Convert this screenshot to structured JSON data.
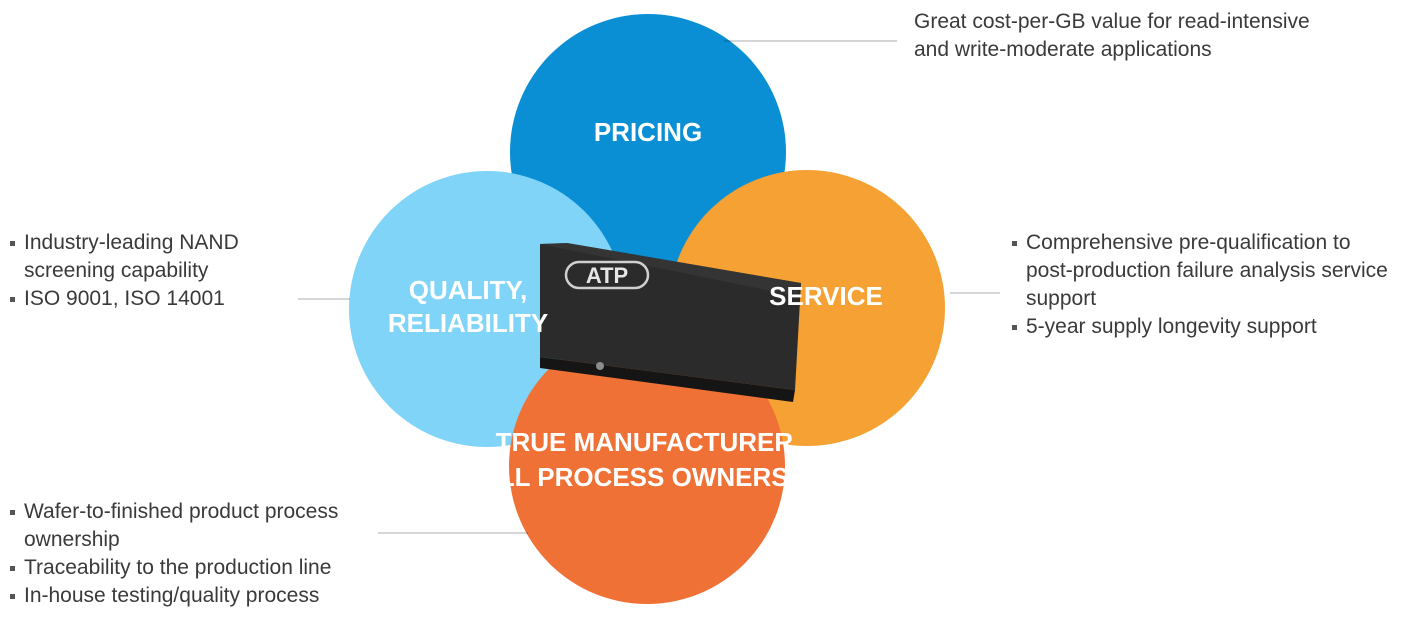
{
  "colors": {
    "pricing": "#0a8fd4",
    "quality": "#7fd4f7",
    "service": "#f5a133",
    "manufacturer": "#f07135",
    "chip": "#2b2b2b",
    "leader_line": "#c8c8c8",
    "text": "#3a3a3a"
  },
  "circles": {
    "pricing": {
      "label": "PRICING"
    },
    "quality": {
      "label_line1": "QUALITY,",
      "label_line2": "RELIABILITY"
    },
    "service": {
      "label": "SERVICE"
    },
    "manufacturer": {
      "label_line1": "TRUE MANUFACTURER,",
      "label_line2": "FULL PROCESS OWNERSHIP"
    }
  },
  "chip": {
    "logo": "ATP",
    "icon": "ssd-chip-icon"
  },
  "callouts": {
    "pricing": {
      "line1": "Great cost-per-GB value for read-intensive",
      "line2": "and write-moderate applications"
    },
    "quality": {
      "items": [
        "Industry-leading NAND screening capability",
        "ISO 9001, ISO 14001"
      ]
    },
    "service": {
      "items": [
        "Comprehensive pre-qualification to post-production failure analysis service support",
        "5-year supply longevity support"
      ]
    },
    "manufacturer": {
      "items": [
        "Wafer-to-finished product process ownership",
        "Traceability to the production line",
        "In-house testing/quality process"
      ]
    }
  }
}
